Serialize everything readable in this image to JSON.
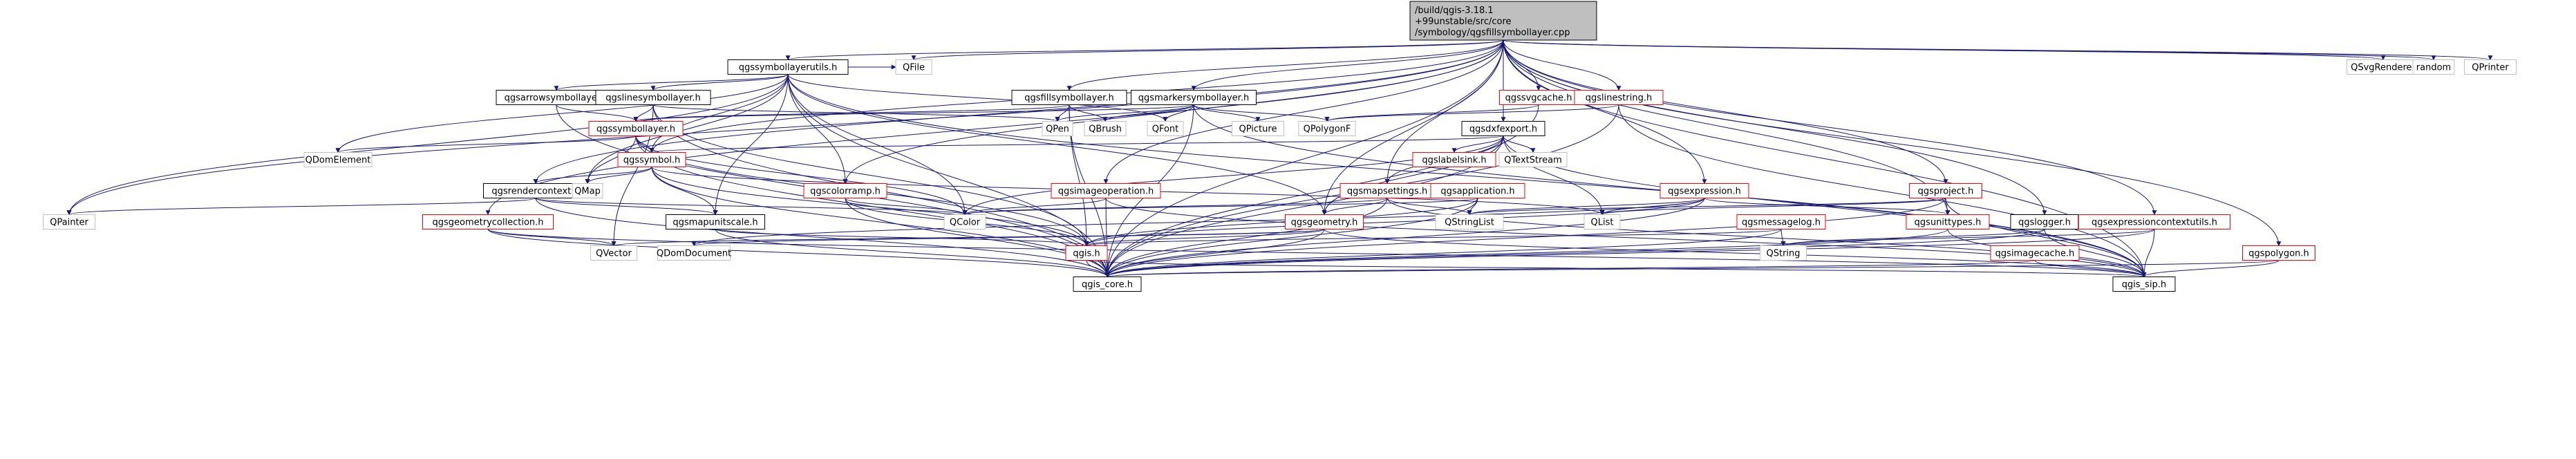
{
  "root": {
    "label": "/build/qgis-3.18.1+99unstable/src/core/symbology/qgsfillsymbollayer.cpp",
    "lines": [
      "/build/qgis-3.18.1",
      "+99unstable/src/core",
      "/symbology/qgsfillsymbollayer.cpp"
    ]
  },
  "colors": {
    "root_fill": "#bfbfbf",
    "box_border": "#000000",
    "red_border": "#ff0000",
    "edge": "#191970"
  },
  "nodes": [
    {
      "id": "qgssymbollayerutils",
      "label": "qgssymbollayerutils.h",
      "style": "black"
    },
    {
      "id": "qfile",
      "label": "QFile",
      "style": "gray"
    },
    {
      "id": "qsvgrenderer",
      "label": "QSvgRenderer",
      "style": "gray"
    },
    {
      "id": "random",
      "label": "random",
      "style": "gray"
    },
    {
      "id": "qprinter",
      "label": "QPrinter",
      "style": "gray"
    },
    {
      "id": "qgsarrowsymbollayer",
      "label": "qgsarrowsymbollayer.h",
      "style": "black"
    },
    {
      "id": "qgslinesymbollayer",
      "label": "qgslinesymbollayer.h",
      "style": "black"
    },
    {
      "id": "qgsfillsymbollayer",
      "label": "qgsfillsymbollayer.h",
      "style": "black"
    },
    {
      "id": "qgsmarkersymbollayer",
      "label": "qgsmarkersymbollayer.h",
      "style": "black"
    },
    {
      "id": "qgssvgcache",
      "label": "qgssvgcache.h",
      "style": "red"
    },
    {
      "id": "qgslinestring",
      "label": "qgslinestring.h",
      "style": "red"
    },
    {
      "id": "qgssymbollayer",
      "label": "qgssymbollayer.h",
      "style": "red"
    },
    {
      "id": "qpen",
      "label": "QPen",
      "style": "gray"
    },
    {
      "id": "qbrush",
      "label": "QBrush",
      "style": "gray"
    },
    {
      "id": "qfont",
      "label": "QFont",
      "style": "gray"
    },
    {
      "id": "qpicture",
      "label": "QPicture",
      "style": "gray"
    },
    {
      "id": "qpolygonf",
      "label": "QPolygonF",
      "style": "gray"
    },
    {
      "id": "qgsdxfexport",
      "label": "qgsdxfexport.h",
      "style": "black"
    },
    {
      "id": "qdomelement",
      "label": "QDomElement",
      "style": "gray"
    },
    {
      "id": "qgssymbol",
      "label": "qgssymbol.h",
      "style": "red"
    },
    {
      "id": "qgslabelsink",
      "label": "qgslabelsink.h",
      "style": "red"
    },
    {
      "id": "qtextstream",
      "label": "QTextStream",
      "style": "gray"
    },
    {
      "id": "qgsrendercontext",
      "label": "qgsrendercontext.h",
      "style": "black"
    },
    {
      "id": "qmap",
      "label": "QMap",
      "style": "gray"
    },
    {
      "id": "qgscolorramp",
      "label": "qgscolorramp.h",
      "style": "red"
    },
    {
      "id": "qgsimageoperation",
      "label": "qgsimageoperation.h",
      "style": "red"
    },
    {
      "id": "qgsmapsettings",
      "label": "qgsmapsettings.h",
      "style": "red"
    },
    {
      "id": "qgsapplication",
      "label": "qgsapplication.h",
      "style": "red"
    },
    {
      "id": "qgsexpression",
      "label": "qgsexpression.h",
      "style": "red"
    },
    {
      "id": "qgsproject",
      "label": "qgsproject.h",
      "style": "red"
    },
    {
      "id": "qpainter",
      "label": "QPainter",
      "style": "gray"
    },
    {
      "id": "qgsgeometrycollection",
      "label": "qgsgeometrycollection.h",
      "style": "red"
    },
    {
      "id": "qgsmapunitscale",
      "label": "qgsmapunitscale.h",
      "style": "black"
    },
    {
      "id": "qcolor",
      "label": "QColor",
      "style": "gray"
    },
    {
      "id": "qgsgeometry",
      "label": "qgsgeometry.h",
      "style": "red"
    },
    {
      "id": "qstringlist",
      "label": "QStringList",
      "style": "gray"
    },
    {
      "id": "qlist",
      "label": "QList",
      "style": "gray"
    },
    {
      "id": "qgsmessagelog",
      "label": "qgsmessagelog.h",
      "style": "red"
    },
    {
      "id": "qgsunittypes",
      "label": "qgsunittypes.h",
      "style": "red"
    },
    {
      "id": "qgslogger",
      "label": "qgslogger.h",
      "style": "black"
    },
    {
      "id": "qgsexpressioncontextutils",
      "label": "qgsexpressioncontextutils.h",
      "style": "red"
    },
    {
      "id": "qvector",
      "label": "QVector",
      "style": "gray"
    },
    {
      "id": "qdomdocument",
      "label": "QDomDocument",
      "style": "gray"
    },
    {
      "id": "qgis",
      "label": "qgis.h",
      "style": "red"
    },
    {
      "id": "qstring",
      "label": "QString",
      "style": "gray"
    },
    {
      "id": "qgsimagecache",
      "label": "qgsimagecache.h",
      "style": "red"
    },
    {
      "id": "qgspolygon",
      "label": "qgspolygon.h",
      "style": "red"
    },
    {
      "id": "qgis_core",
      "label": "qgis_core.h",
      "style": "black"
    },
    {
      "id": "qgis_sip",
      "label": "qgis_sip.h",
      "style": "black"
    }
  ],
  "edges": [
    [
      "root",
      "qgssymbollayerutils"
    ],
    [
      "root",
      "qfile"
    ],
    [
      "root",
      "qsvgrenderer"
    ],
    [
      "root",
      "random"
    ],
    [
      "root",
      "qprinter"
    ],
    [
      "root",
      "qgsfillsymbollayer"
    ],
    [
      "root",
      "qgsmarkersymbollayer"
    ],
    [
      "root",
      "qgssvgcache"
    ],
    [
      "root",
      "qgslinestring"
    ],
    [
      "root",
      "qgsdxfexport"
    ],
    [
      "root",
      "qgsexpression"
    ],
    [
      "root",
      "qgsproject"
    ],
    [
      "root",
      "qgslogger"
    ],
    [
      "root",
      "qgsexpressioncontextutils"
    ],
    [
      "root",
      "qgspolygon"
    ],
    [
      "root",
      "qgsunittypes"
    ],
    [
      "root",
      "qgsrendercontext"
    ],
    [
      "root",
      "qgsgeometrycollection"
    ],
    [
      "root",
      "qpainter"
    ],
    [
      "root",
      "qgscolorramp"
    ],
    [
      "root",
      "qgsimageoperation"
    ],
    [
      "root",
      "qgsgeometry"
    ],
    [
      "root",
      "qgsmapsettings"
    ],
    [
      "root",
      "qgssymbol"
    ],
    [
      "root",
      "qgis_core"
    ],
    [
      "root",
      "qgis_sip"
    ],
    [
      "qgssymbollayerutils",
      "qgsarrowsymbollayer"
    ],
    [
      "qgssymbollayerutils",
      "qgslinesymbollayer"
    ],
    [
      "qgssymbollayerutils",
      "qfile"
    ],
    [
      "qgssymbollayerutils",
      "qfont"
    ],
    [
      "qgssymbollayerutils",
      "qdomelement"
    ],
    [
      "qgssymbollayerutils",
      "qmap"
    ],
    [
      "qgssymbollayerutils",
      "qgssymbol"
    ],
    [
      "qgssymbollayerutils",
      "qgscolorramp"
    ],
    [
      "qgssymbollayerutils",
      "qgsmapunitscale"
    ],
    [
      "qgssymbollayerutils",
      "qcolor"
    ],
    [
      "qgssymbollayerutils",
      "qpainter"
    ],
    [
      "qgssymbollayerutils",
      "qgis_core"
    ],
    [
      "qgssymbollayerutils",
      "qgis_sip"
    ],
    [
      "qgssymbollayerutils",
      "qgsgeometry"
    ],
    [
      "qgsarrowsymbollayer",
      "qgssymbollayer"
    ],
    [
      "qgsarrowsymbollayer",
      "qgis_core"
    ],
    [
      "qgslinesymbollayer",
      "qgssymbollayer"
    ],
    [
      "qgslinesymbollayer",
      "qpen"
    ],
    [
      "qgslinesymbollayer",
      "qgis_core"
    ],
    [
      "qgslinesymbollayer",
      "qvector"
    ],
    [
      "qgslinesymbollayer",
      "qgis"
    ],
    [
      "qgsfillsymbollayer",
      "qgssymbollayer"
    ],
    [
      "qgsfillsymbollayer",
      "qpen"
    ],
    [
      "qgsfillsymbollayer",
      "qbrush"
    ],
    [
      "qgsfillsymbollayer",
      "qgis"
    ],
    [
      "qgsfillsymbollayer",
      "qgis_core"
    ],
    [
      "qgsmarkersymbollayer",
      "qgssymbollayer"
    ],
    [
      "qgsmarkersymbollayer",
      "qpen"
    ],
    [
      "qgsmarkersymbollayer",
      "qbrush"
    ],
    [
      "qgsmarkersymbollayer",
      "qfont"
    ],
    [
      "qgsmarkersymbollayer",
      "qpicture"
    ],
    [
      "qgsmarkersymbollayer",
      "qpolygonf"
    ],
    [
      "qgsmarkersymbollayer",
      "qgis_core"
    ],
    [
      "qgsmarkersymbollayer",
      "qgis_sip"
    ],
    [
      "qgssvgcache",
      "qpolygonf"
    ],
    [
      "qgssvgcache",
      "qgis_core"
    ],
    [
      "qgslinestring",
      "qpolygonf"
    ],
    [
      "qgslinestring",
      "qgis_core"
    ],
    [
      "qgslinestring",
      "qgis_sip"
    ],
    [
      "qgssymbollayer",
      "qgssymbol"
    ],
    [
      "qgssymbollayer",
      "qdomelement"
    ],
    [
      "qgssymbollayer",
      "qmap"
    ],
    [
      "qgssymbollayer",
      "qcolor"
    ],
    [
      "qgssymbollayer",
      "qgis_core"
    ],
    [
      "qgssymbollayer",
      "qgis"
    ],
    [
      "qgsdxfexport",
      "qgssymbol"
    ],
    [
      "qgsdxfexport",
      "qgslabelsink"
    ],
    [
      "qgsdxfexport",
      "qtextstream"
    ],
    [
      "qgsdxfexport",
      "qgsmapsettings"
    ],
    [
      "qgsdxfexport",
      "qgsgeometry"
    ],
    [
      "qgsdxfexport",
      "qcolor"
    ],
    [
      "qgsdxfexport",
      "qlist"
    ],
    [
      "qgsdxfexport",
      "qgis_core"
    ],
    [
      "qgsdxfexport",
      "qgis_sip"
    ],
    [
      "qgssymbol",
      "qgsrendercontext"
    ],
    [
      "qgssymbol",
      "qmap"
    ],
    [
      "qgssymbol",
      "qgsmapunitscale"
    ],
    [
      "qgssymbol",
      "qgis"
    ],
    [
      "qgssymbol",
      "qgis_core"
    ],
    [
      "qgssymbol",
      "qlist"
    ],
    [
      "qgsrendercontext",
      "qpainter"
    ],
    [
      "qgsrendercontext",
      "qcolor"
    ],
    [
      "qgsrendercontext",
      "qgsmapunitscale"
    ],
    [
      "qgsrendercontext",
      "qgis_core"
    ],
    [
      "qgscolorramp",
      "qcolor"
    ],
    [
      "qgscolorramp",
      "qgis"
    ],
    [
      "qgscolorramp",
      "qgis_core"
    ],
    [
      "qgsimageoperation",
      "qcolor"
    ],
    [
      "qgsimageoperation",
      "qgis_core"
    ],
    [
      "qgsimageoperation",
      "qgis_sip"
    ],
    [
      "qgsmapsettings",
      "qgsgeometry"
    ],
    [
      "qgsmapsettings",
      "qcolor"
    ],
    [
      "qgsmapsettings",
      "qstringlist"
    ],
    [
      "qgsmapsettings",
      "qgis_core"
    ],
    [
      "qgsmapsettings",
      "qgis_sip"
    ],
    [
      "qgsapplication",
      "qgis_core"
    ],
    [
      "qgsapplication",
      "qcolor"
    ],
    [
      "qgsapplication",
      "qstringlist"
    ],
    [
      "qgsapplication",
      "qgis"
    ],
    [
      "qgsexpression",
      "qstringlist"
    ],
    [
      "qgsexpression",
      "qlist"
    ],
    [
      "qgsexpression",
      "qgsunittypes"
    ],
    [
      "qgsexpression",
      "qgis"
    ],
    [
      "qgsexpression",
      "qgis_core"
    ],
    [
      "qgsexpression",
      "qdomdocument"
    ],
    [
      "qgsproject",
      "qstringlist"
    ],
    [
      "qgsproject",
      "qlist"
    ],
    [
      "qgsproject",
      "qgsunittypes"
    ],
    [
      "qgsproject",
      "qgis_core"
    ],
    [
      "qgsproject",
      "qgis_sip"
    ],
    [
      "qgsgeometrycollection",
      "qvector"
    ],
    [
      "qgsgeometrycollection",
      "qgis_core"
    ],
    [
      "qgsgeometrycollection",
      "qgis_sip"
    ],
    [
      "qgsmapunitscale",
      "qgis"
    ],
    [
      "qgsmapunitscale",
      "qgis_core"
    ],
    [
      "qgsgeometry",
      "qdomdocument"
    ],
    [
      "qgsgeometry",
      "qvector"
    ],
    [
      "qgsgeometry",
      "qgis"
    ],
    [
      "qgsgeometry",
      "qgis_core"
    ],
    [
      "qgsgeometry",
      "qgis_sip"
    ],
    [
      "qgsmessagelog",
      "qgis_core"
    ],
    [
      "qgsmessagelog",
      "qstring"
    ],
    [
      "qgsmessagelog",
      "qgis"
    ],
    [
      "qgsunittypes",
      "qgis_core"
    ],
    [
      "qgsunittypes",
      "qgis_sip"
    ],
    [
      "qgslogger",
      "qstring"
    ],
    [
      "qgslogger",
      "qgis_core"
    ],
    [
      "qgslogger",
      "qgis_sip"
    ],
    [
      "qgsexpressioncontextutils",
      "qgis_core"
    ],
    [
      "qgsexpressioncontextutils",
      "qgis_sip"
    ],
    [
      "qgsexpressioncontextutils",
      "qstring"
    ],
    [
      "qgsimagecache",
      "qgis_core"
    ],
    [
      "qgsimagecache",
      "qgis_sip"
    ],
    [
      "qgspolygon",
      "qgis_core"
    ],
    [
      "qgspolygon",
      "qgis_sip"
    ],
    [
      "qgis",
      "qgis_core"
    ],
    [
      "qgis",
      "qgis_sip"
    ]
  ]
}
